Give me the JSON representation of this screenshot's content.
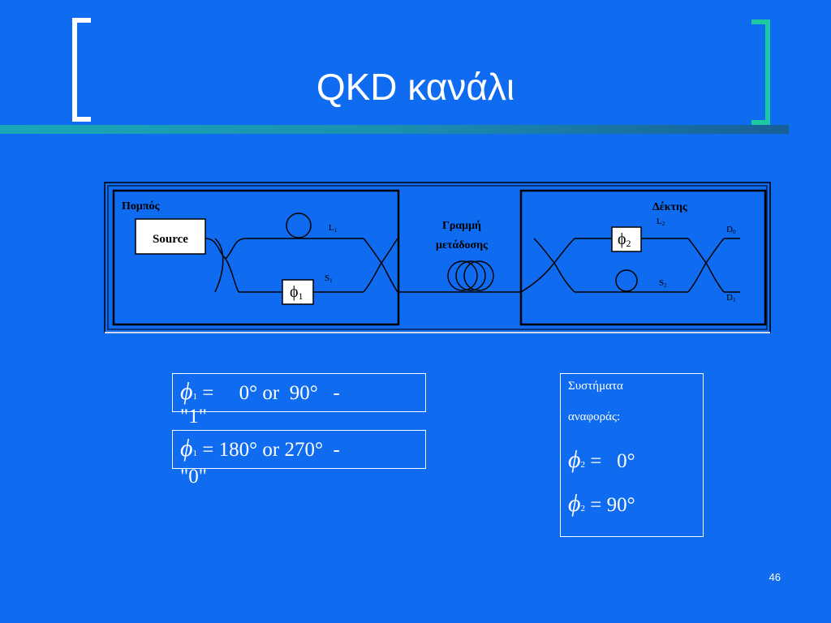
{
  "slide": {
    "title": "QKD κανάλι",
    "page_number": "46"
  },
  "diagram": {
    "sender_label": "Πομπός",
    "receiver_label": "Δέκτης",
    "channel_label_line1": "Γραμμή",
    "channel_label_line2": "μετάδοσης",
    "source_label": "Source",
    "phi1_symbol": "ϕ",
    "phi1_sub": "1",
    "phi2_symbol": "ϕ",
    "phi2_sub": "2",
    "L1": "L",
    "L1_sub": "1",
    "S1": "S",
    "S1_sub": "1",
    "L2": "L",
    "L2_sub": "2",
    "S2": "S",
    "S2_sub": "2",
    "D0": "D",
    "D0_sub": "0",
    "D1": "D",
    "D1_sub": "1"
  },
  "encoding": {
    "row1": {
      "phi": "ϕ",
      "sub": "1",
      "text": " =     0° or  90°   -",
      "wrap": "\"1\""
    },
    "row2": {
      "phi": "ϕ",
      "sub": "1",
      "text": " = 180° or 270°  -",
      "wrap": "\"0\""
    }
  },
  "reference": {
    "heading_line1": "Συστήματα",
    "heading_line2": "αναφοράς:",
    "row1": {
      "phi": "ϕ",
      "sub": "2",
      "text": " =   0°"
    },
    "row2": {
      "phi": "ϕ",
      "sub": "2",
      "text": " = 90°"
    }
  },
  "colors": {
    "background": "#0f6bf0",
    "bracket_left": "#ffffff",
    "bracket_right": "#1ec8a0",
    "bar": "#1a8fb0"
  }
}
